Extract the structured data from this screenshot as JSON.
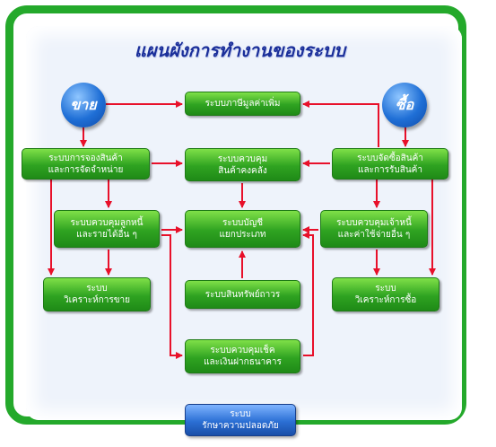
{
  "title": "แผนผังการทำงานของระบบ",
  "nodes": {
    "sell": "ขาย",
    "buy": "ซื้อ",
    "vat": "ระบบภาษีมูลค่าเพิ่ม",
    "sales_order": [
      "ระบบการจองสินค้า",
      "และการจัดจำหน่าย"
    ],
    "inventory": [
      "ระบบควบคุม",
      "สินค้าคงคลัง"
    ],
    "purchase": [
      "ระบบจัดซื้อสินค้า",
      "และการรับสินค้า"
    ],
    "ar": [
      "ระบบควบคุมลูกหนี้",
      "และรายได้อื่น ๆ"
    ],
    "ledger": [
      "ระบบบัญชี",
      "แยกประเภท"
    ],
    "ap": [
      "ระบบควบคุมเจ้าหนี้",
      "และค่าใช้จ่ายอื่น ๆ"
    ],
    "sales_analysis": [
      "ระบบ",
      "วิเคราะห์การขาย"
    ],
    "fixed_assets": "ระบบสินทรัพย์ถาวร",
    "purchase_analysis": [
      "ระบบ",
      "วิเคราะห์การซื้อ"
    ],
    "cheque_bank": [
      "ระบบควบคุมเช็ค",
      "และเงินฝากธนาคาร"
    ],
    "security": [
      "ระบบ",
      "รักษาความปลอดภัย"
    ]
  },
  "colors": {
    "frame": "#24a92b",
    "box": "#2fa321",
    "circle": "#1f6fd6",
    "arrow": "#e8102a",
    "title": "#1b2f9a"
  }
}
